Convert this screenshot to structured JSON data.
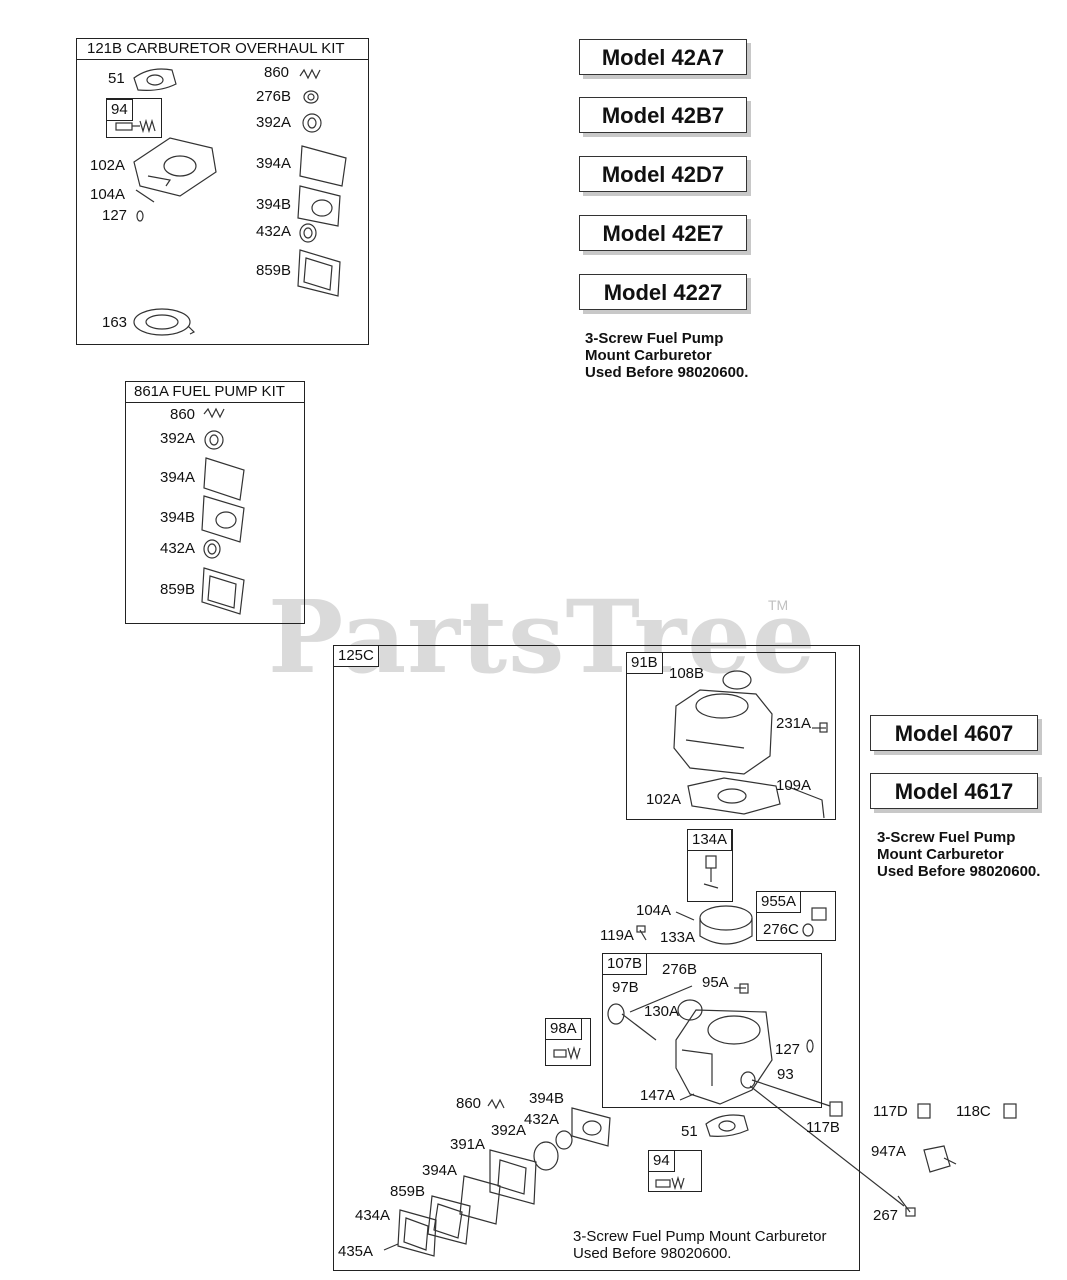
{
  "watermark": {
    "text": "PartsTree",
    "tm": "TM"
  },
  "kit_121b": {
    "title": "121B CARBURETOR OVERHAUL KIT",
    "parts": [
      "51",
      "94",
      "102A",
      "104A",
      "127",
      "163",
      "860",
      "276B",
      "392A",
      "394A",
      "394B",
      "432A",
      "859B"
    ]
  },
  "kit_861a": {
    "title": "861A  FUEL PUMP KIT",
    "parts": [
      "860",
      "392A",
      "394A",
      "394B",
      "432A",
      "859B"
    ]
  },
  "models_top": [
    "Model 42A7",
    "Model 42B7",
    "Model 42D7",
    "Model 42E7",
    "Model 4227"
  ],
  "note_top": [
    "3-Screw Fuel Pump",
    "Mount Carburetor",
    "Used Before 98020600."
  ],
  "models_right": [
    "Model 4607",
    "Model 4617"
  ],
  "note_right": [
    "3-Screw Fuel Pump",
    "Mount Carburetor",
    "Used Before 98020600."
  ],
  "assembly": {
    "tag": "125C",
    "sub_91b": {
      "tag": "91B",
      "parts": [
        "108B",
        "231A",
        "109A",
        "102A"
      ]
    },
    "sub_134a": {
      "tag": "134A"
    },
    "sub_955a": {
      "tag": "955A",
      "parts": [
        "276C"
      ]
    },
    "sub_107b": {
      "tag": "107B",
      "parts": [
        "97B",
        "276B",
        "95A",
        "130A",
        "127",
        "93",
        "147A"
      ]
    },
    "sub_98a": {
      "tag": "98A"
    },
    "sub_94": {
      "tag": "94"
    },
    "parts": [
      "104A",
      "119A",
      "133A",
      "860",
      "394B",
      "432A",
      "392A",
      "391A",
      "394A",
      "859B",
      "434A",
      "435A",
      "51",
      "117B"
    ],
    "note": [
      "3-Screw Fuel Pump Mount Carburetor",
      "Used Before 98020600."
    ]
  },
  "outside_parts": [
    "117D",
    "118C",
    "947A",
    "267"
  ]
}
